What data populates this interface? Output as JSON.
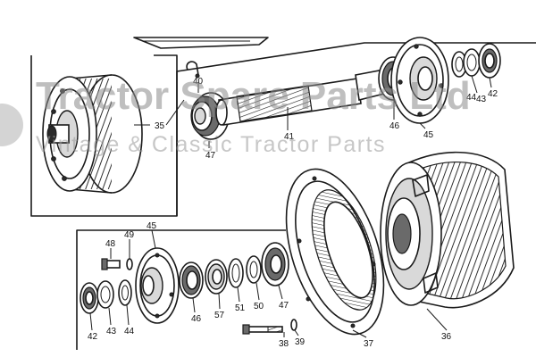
{
  "watermark": {
    "line1": "Tractor Spare Parts Ltd",
    "line2": "Vintage & Classic Tractor Parts"
  },
  "labels": {
    "p35": "35",
    "p40": "40",
    "p41": "41",
    "p42_top": "42",
    "p43_top": "43",
    "p44_top": "44",
    "p45_top": "45",
    "p46_top": "46",
    "p47_top": "47",
    "p48": "48",
    "p49": "49",
    "p45_bot": "45",
    "p42_bot": "42",
    "p43_bot": "43",
    "p44_bot": "44",
    "p46_bot": "46",
    "p57": "57",
    "p51": "51",
    "p50": "50",
    "p47_bot": "47",
    "p38": "38",
    "p39": "39",
    "p37": "37",
    "p36": "36"
  }
}
